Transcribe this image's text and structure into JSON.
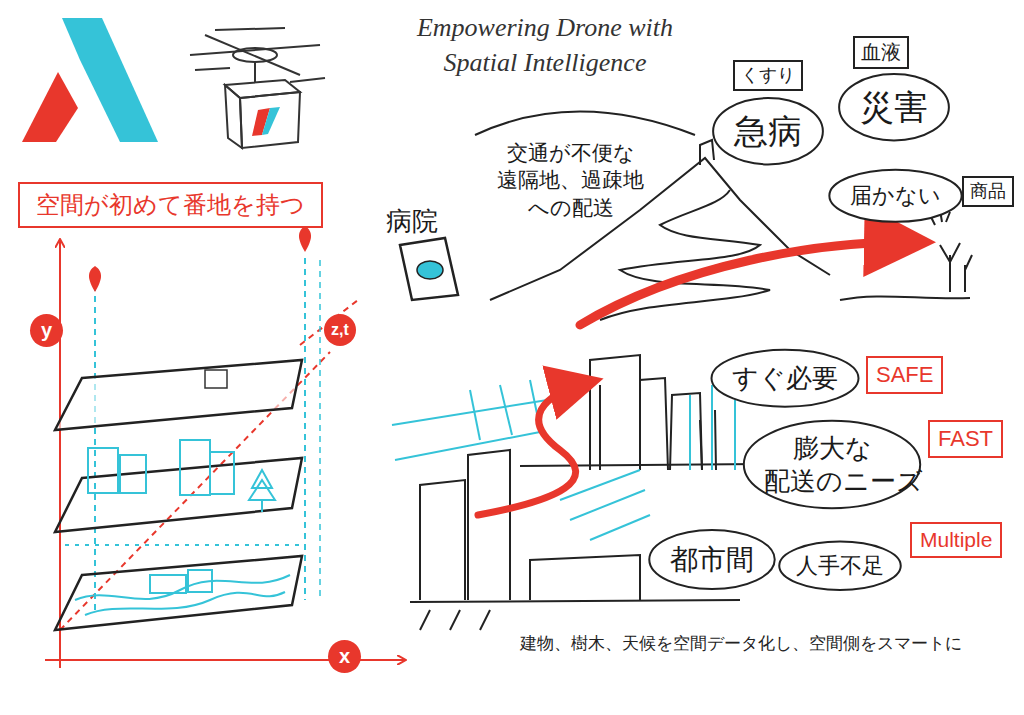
{
  "diagram": {
    "title": "Empowering Drone with Spatial Intelligence",
    "caption": "建物、樹木、天候を空間データ化し、空間側をスマートに",
    "nodes": [
      {
        "text": [
          "空間が初めて番地を持つ"
        ]
      },
      {
        "text": [
          "y"
        ]
      },
      {
        "text": [
          "z,t"
        ]
      },
      {
        "text": [
          "x"
        ]
      },
      {
        "text": [
          "くすり"
        ]
      },
      {
        "text": [
          "血液"
        ]
      },
      {
        "text": [
          "商品"
        ]
      },
      {
        "text": [
          "急病"
        ]
      },
      {
        "text": [
          "災害"
        ]
      },
      {
        "text": [
          "届かない"
        ]
      },
      {
        "text": [
          "すぐ必要"
        ]
      },
      {
        "text": [
          "SAFE"
        ]
      },
      {
        "text": [
          "膨大な 配送のニーズ"
        ]
      },
      {
        "text": [
          "FAST"
        ]
      },
      {
        "text": [
          "都市間"
        ]
      },
      {
        "text": [
          "人手不足"
        ]
      },
      {
        "text": [
          "Multiple"
        ]
      }
    ],
    "labels": [
      "病院",
      "交通が不便な 遠隔地、過疎地 への配送"
    ]
  }
}
